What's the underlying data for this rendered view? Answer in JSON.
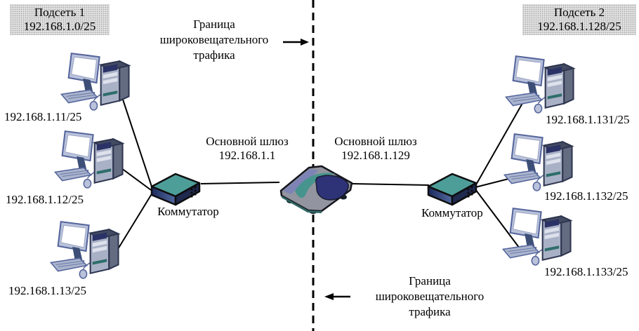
{
  "palette": {
    "line_color": "#000000",
    "label_box_bg": "#e1e1e1",
    "switch_top_teal": "#4d9d99",
    "switch_front_navy": "#20294e",
    "router_body_gray": "#92959f",
    "router_dome_navy": "#2e3378",
    "router_swirl_teal": "#47948e"
  },
  "subnet_left": {
    "title": "Подсеть 1",
    "cidr": "192.168.1.0/25"
  },
  "subnet_right": {
    "title": "Подсеть 2",
    "cidr": "192.168.1.128/25"
  },
  "boundary_top": {
    "lines": [
      "Граница",
      "широковещательного",
      "трафика"
    ]
  },
  "boundary_bottom": {
    "lines": [
      "Граница",
      "широковещательного",
      "трафика"
    ]
  },
  "gateway_left": {
    "label": "Основной шлюз",
    "ip": "192.168.1.1"
  },
  "gateway_right": {
    "label": "Основной шлюз",
    "ip": "192.168.1.129"
  },
  "switch_left": {
    "label": "Коммутатор"
  },
  "switch_right": {
    "label": "Коммутатор"
  },
  "hosts_left": [
    {
      "ip": "192.168.1.11/25"
    },
    {
      "ip": "192.168.1.12/25"
    },
    {
      "ip": "192.168.1.13/25"
    }
  ],
  "hosts_right": [
    {
      "ip": "192.168.1.131/25"
    },
    {
      "ip": "192.168.1.132/25"
    },
    {
      "ip": "192.168.1.133/25"
    }
  ]
}
